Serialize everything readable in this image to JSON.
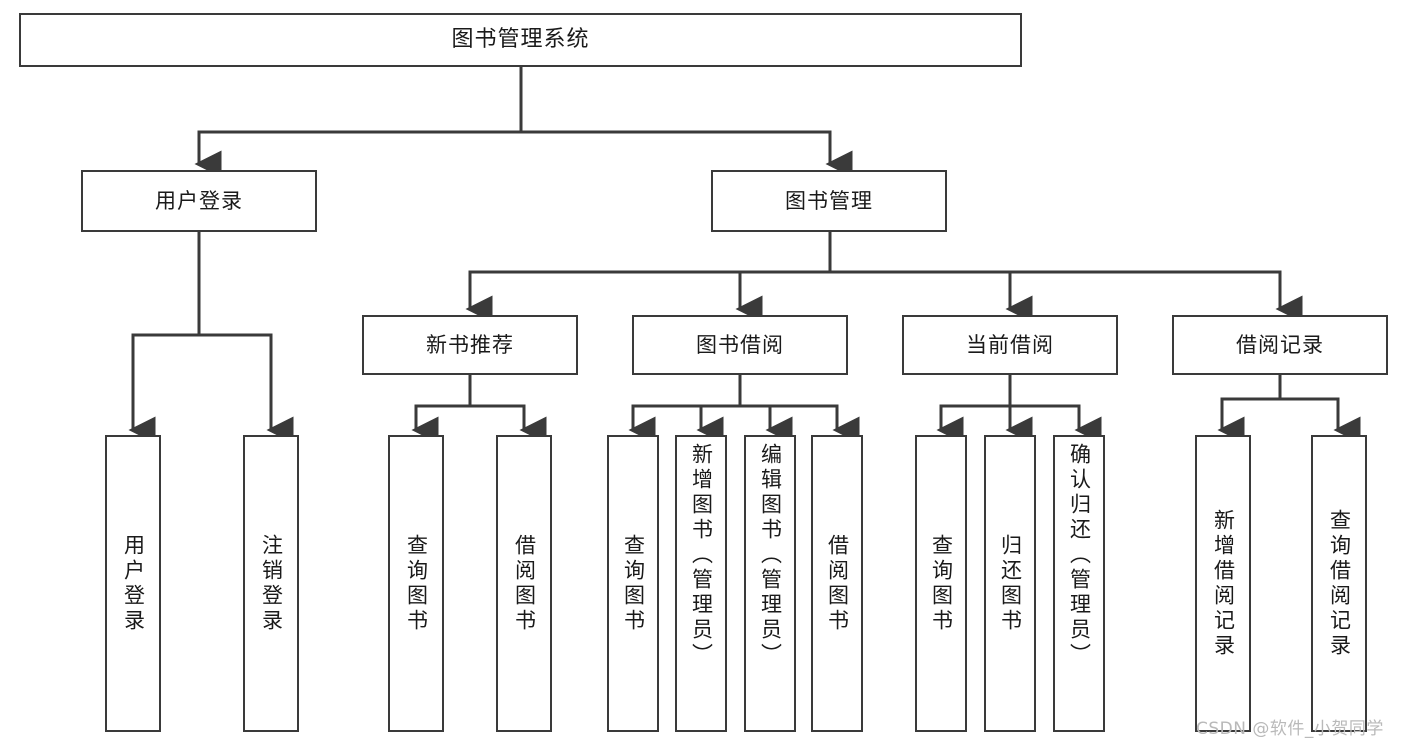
{
  "diagram": {
    "type": "tree",
    "title": "图书管理系统",
    "root": {
      "id": "root",
      "label": "图书管理系统"
    },
    "level2": [
      {
        "id": "user-login",
        "label": "用户登录"
      },
      {
        "id": "book-manage",
        "label": "图书管理"
      }
    ],
    "level3": [
      {
        "id": "new-book-rec",
        "label": "新书推荐",
        "parent": "book-manage"
      },
      {
        "id": "book-borrow",
        "label": "图书借阅",
        "parent": "book-manage"
      },
      {
        "id": "current-borrow",
        "label": "当前借阅",
        "parent": "book-manage"
      },
      {
        "id": "borrow-record",
        "label": "借阅记录",
        "parent": "book-manage"
      }
    ],
    "leaves": {
      "user-login": [
        {
          "id": "leaf-user-login",
          "label": "用户登录"
        },
        {
          "id": "leaf-logout",
          "label": "注销登录"
        }
      ],
      "new-book-rec": [
        {
          "id": "leaf-query-book-1",
          "label": "查询图书"
        },
        {
          "id": "leaf-borrow-book-1",
          "label": "借阅图书"
        }
      ],
      "book-borrow": [
        {
          "id": "leaf-query-book-2",
          "label": "查询图书"
        },
        {
          "id": "leaf-add-book",
          "label": "新增图书（管理员）"
        },
        {
          "id": "leaf-edit-book",
          "label": "编辑图书（管理员）"
        },
        {
          "id": "leaf-borrow-book-2",
          "label": "借阅图书"
        }
      ],
      "current-borrow": [
        {
          "id": "leaf-query-book-3",
          "label": "查询图书"
        },
        {
          "id": "leaf-return-book",
          "label": "归还图书"
        },
        {
          "id": "leaf-confirm-return",
          "label": "确认归还（管理员）"
        }
      ],
      "borrow-record": [
        {
          "id": "leaf-add-record",
          "label": "新增借阅记录"
        },
        {
          "id": "leaf-query-record",
          "label": "查询借阅记录"
        }
      ]
    },
    "colors": {
      "stroke": "#3a3a3a",
      "fill": "#ffffff",
      "text": "#1a1a1a",
      "watermark": "#b9b9b9"
    }
  },
  "watermark": {
    "text": "CSDN @软件_小贺同学"
  }
}
